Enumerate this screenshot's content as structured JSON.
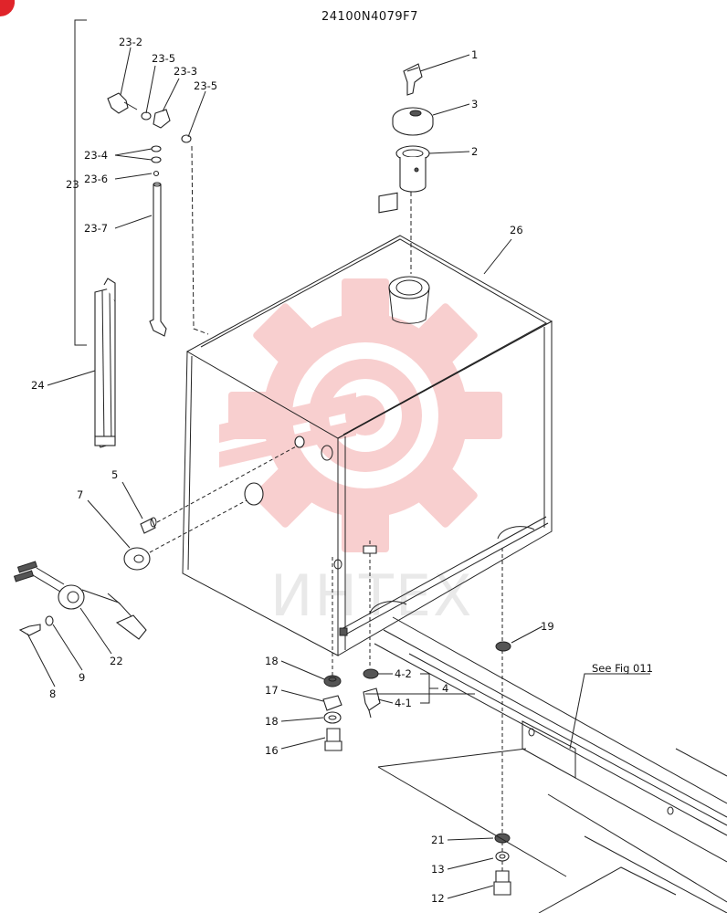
{
  "drawing_number": "24100N4079F7",
  "watermark_text": "ИНТЕХ",
  "reference_note": "See Fig 011",
  "part_labels": {
    "p1": "1",
    "p2": "2",
    "p3": "3",
    "p4": "4",
    "p4_1": "4-1",
    "p4_2": "4-2",
    "p5": "5",
    "p7": "7",
    "p8": "8",
    "p9": "9",
    "p12": "12",
    "p13": "13",
    "p16": "16",
    "p17": "17",
    "p18a": "18",
    "p18b": "18",
    "p19": "19",
    "p21": "21",
    "p22": "22",
    "p23": "23",
    "p23_2": "23-2",
    "p23_3": "23-3",
    "p23_4": "23-4",
    "p23_5a": "23-5",
    "p23_5b": "23-5",
    "p23_6": "23-6",
    "p23_7": "23-7",
    "p24": "24",
    "p26": "26"
  },
  "colors": {
    "watermark": "#f4a9a9",
    "corner_mark": "#e0242a"
  }
}
